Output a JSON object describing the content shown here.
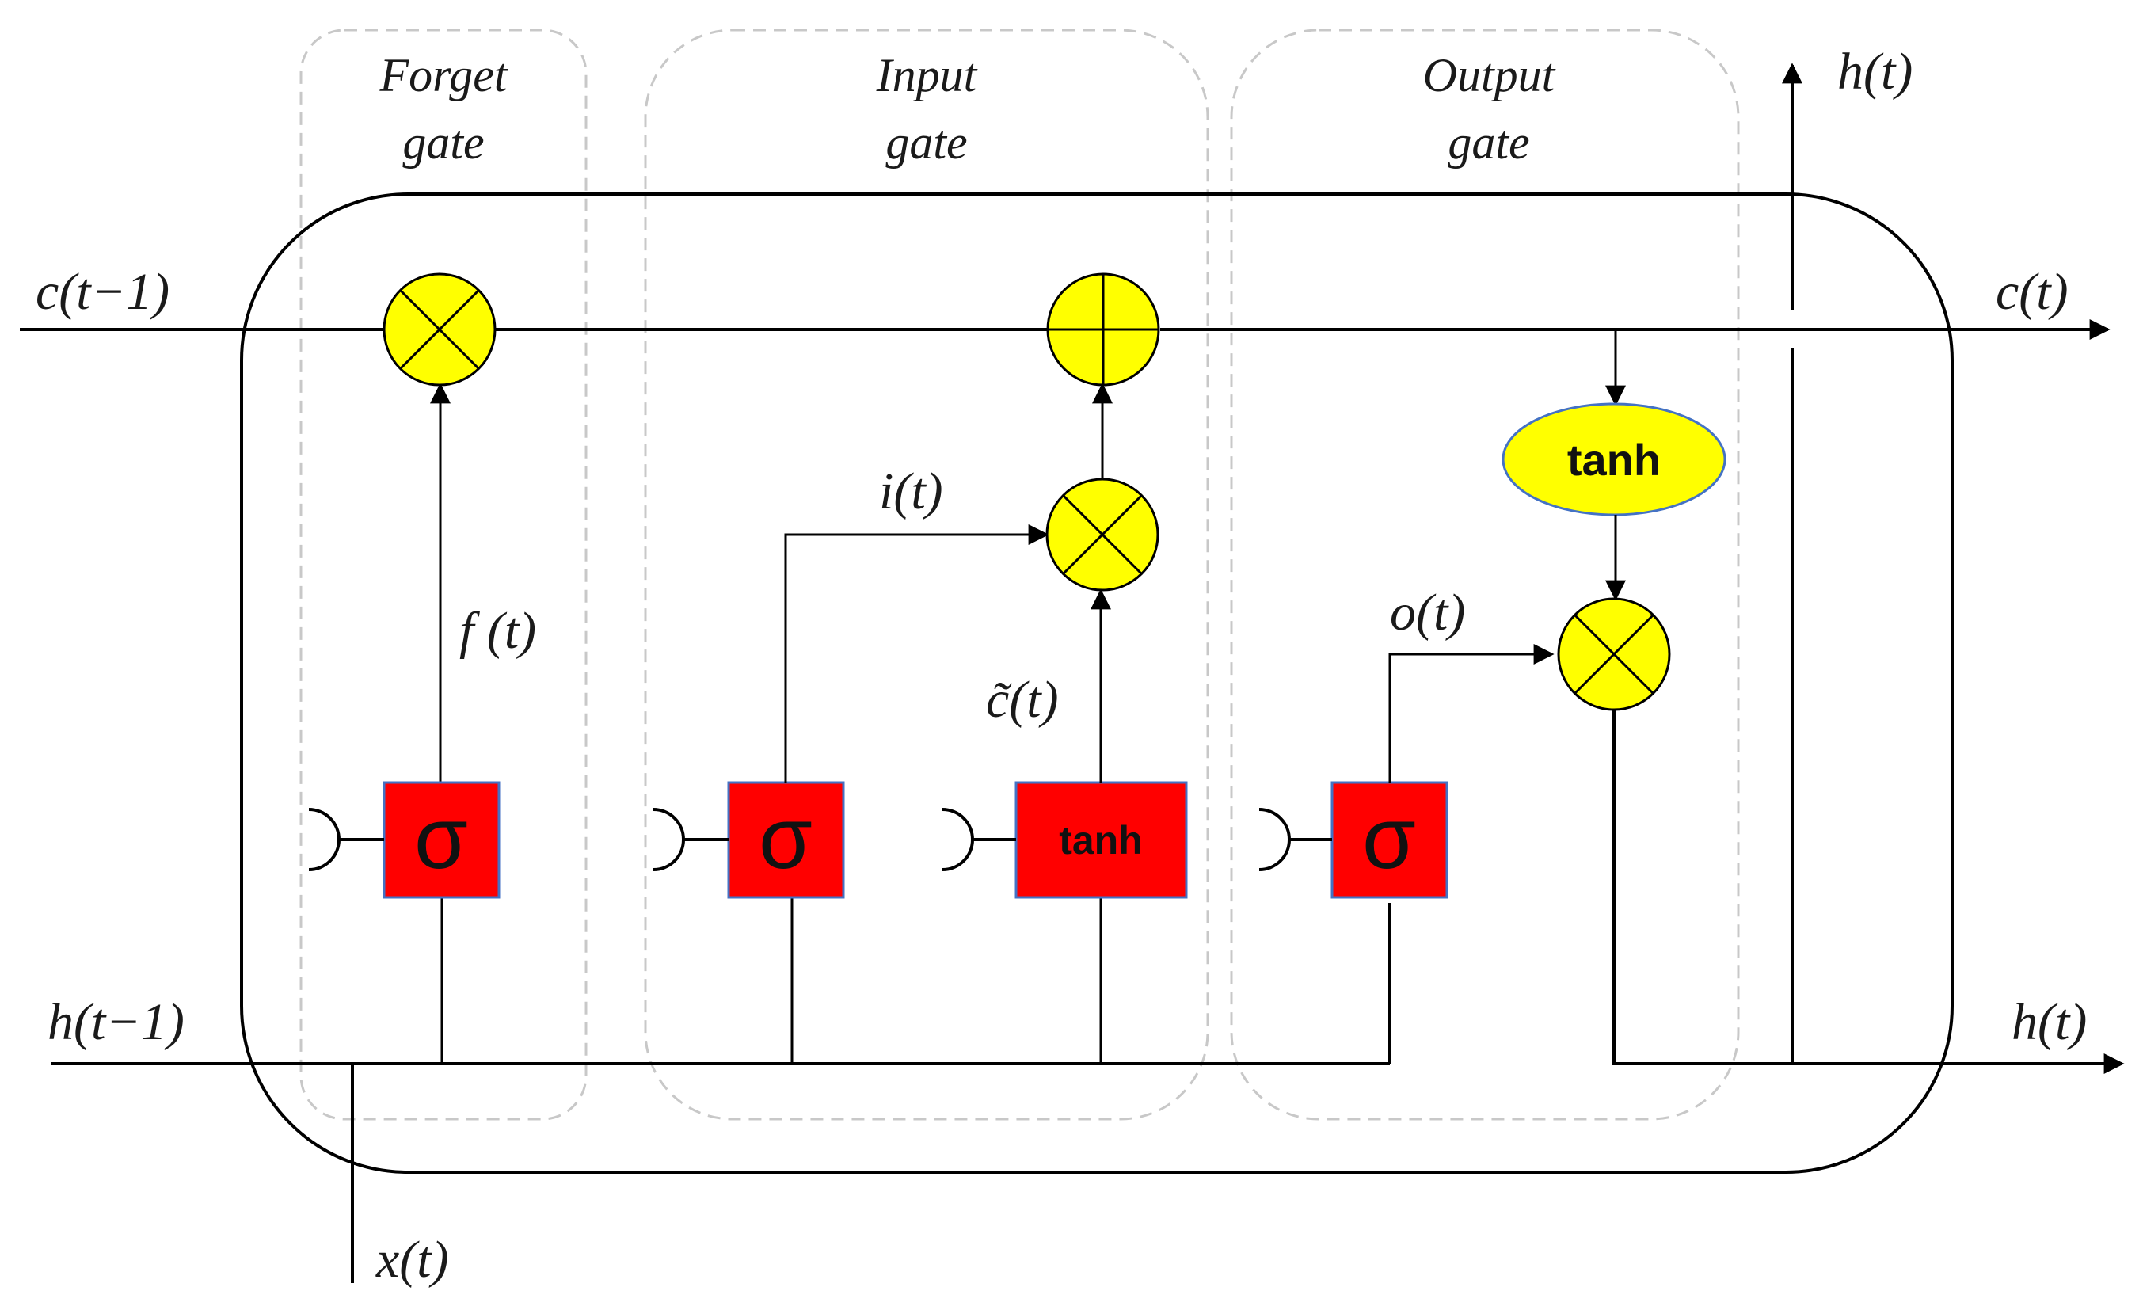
{
  "diagram": {
    "gates": {
      "forget": [
        "Forget",
        "gate"
      ],
      "input": [
        "Input",
        "gate"
      ],
      "output": [
        "Output",
        "gate"
      ]
    },
    "labels": {
      "c_prev": "c(t−1)",
      "c_next": "c(t)",
      "h_prev": "h(t−1)",
      "h_next_right": "h(t)",
      "h_next_top": "h(t)",
      "x_in": "x(t)",
      "f_t": "f (t)",
      "i_t": "i(t)",
      "c_tilde": "c̃(t)",
      "o_t": "o(t)"
    },
    "functions": {
      "sigma": "σ",
      "tanh_layer": "tanh",
      "tanh_out": "tanh"
    },
    "colors": {
      "operation_fill": "#ffff00",
      "layer_fill": "#ff0000",
      "layer_border": "#4472c4",
      "gate_border": "#c8c8c8",
      "line": "#000000"
    }
  }
}
